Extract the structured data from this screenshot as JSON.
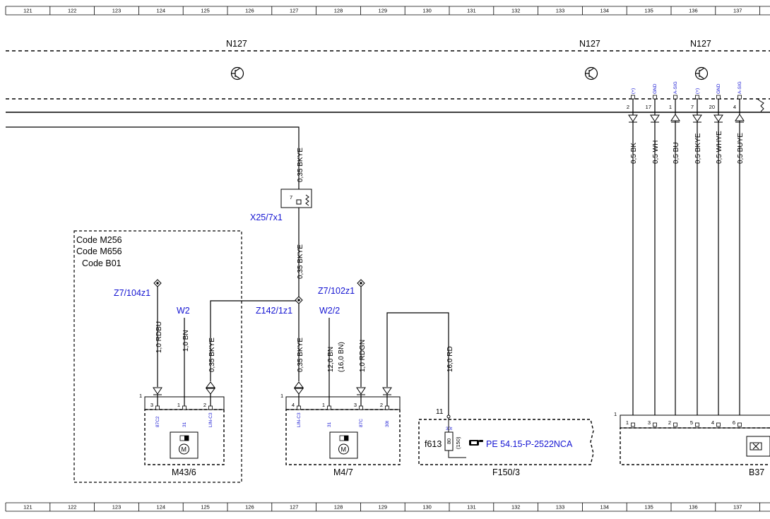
{
  "ruler": {
    "columns": [
      "121",
      "122",
      "123",
      "124",
      "125",
      "126",
      "127",
      "128",
      "129",
      "130",
      "131",
      "132",
      "133",
      "134",
      "135",
      "136",
      "137"
    ]
  },
  "modules": [
    {
      "id": "n127-1",
      "label": "N127"
    },
    {
      "id": "n127-2",
      "label": "N127"
    },
    {
      "id": "n127-3",
      "label": "N127"
    }
  ],
  "n127_pins": [
    {
      "num": "2",
      "sig": "(+)",
      "wire": "0,5 BK"
    },
    {
      "num": "17",
      "sig": "GND",
      "wire": "0,5 WH"
    },
    {
      "num": "1",
      "sig": "A-SIG",
      "wire": "0,5 BU"
    },
    {
      "num": "7",
      "sig": "(+)",
      "wire": "0,5 BKYE"
    },
    {
      "num": "20",
      "sig": "GND",
      "wire": "0,5 WHYE"
    },
    {
      "num": "4",
      "sig": "A-SIG",
      "wire": "0,5 BUYE"
    }
  ],
  "connector_x25": {
    "label": "X25/7x1",
    "pin": "7"
  },
  "code_box": {
    "lines": [
      "Code M256",
      "Code M656",
      "Code B01"
    ]
  },
  "wires": {
    "n127_to_x25": "0,35 BKYE",
    "x25_to_z142": "0,35 BKYE",
    "z142_to_m47": "0,35 BKYE",
    "z7_104_to_m436": "1,0 RDBU",
    "w2_to_m436": "1,0 BN",
    "z142_to_m436": "0,35 BKYE",
    "w22_to_m47": "12,0 BN",
    "w22_to_m47_alt": "(16,0 BN)",
    "z7_102_to_m47": "1,0 RDGN",
    "f150_to_m47": "16,0 RD"
  },
  "points": {
    "z7_104z1": "Z7/104z1",
    "w2": "W2",
    "z142_1z1": "Z142/1z1",
    "w2_2": "W2/2",
    "z7_102z1": "Z7/102z1"
  },
  "m43_6": {
    "label": "M43/6",
    "connector_num": "1",
    "pins": [
      {
        "num": "3",
        "sig": "87C2"
      },
      {
        "num": "1",
        "sig": "31"
      },
      {
        "num": "2",
        "sig": "LIN-C3"
      }
    ]
  },
  "m4_7": {
    "label": "M4/7",
    "connector_num": "1",
    "pins": [
      {
        "num": "4",
        "sig": "LIN-C3"
      },
      {
        "num": "1",
        "sig": "31"
      },
      {
        "num": "3",
        "sig": "87C"
      },
      {
        "num": "2",
        "sig": "30t"
      }
    ]
  },
  "f150_3": {
    "label": "F150/3",
    "terminal": "11",
    "fuse": "f613",
    "fuse_rating": "80",
    "fuse_rating_alt": "(150)",
    "fuse_term": "30t",
    "reference": "PE 54.15-P-2522NCA"
  },
  "b37": {
    "label": "B37",
    "connector_num": "1",
    "pins": [
      "1",
      "3",
      "2",
      "5",
      "4",
      "6"
    ]
  },
  "colors": {
    "ink": "#000000",
    "blue": "#1414d2",
    "background": "#ffffff"
  }
}
